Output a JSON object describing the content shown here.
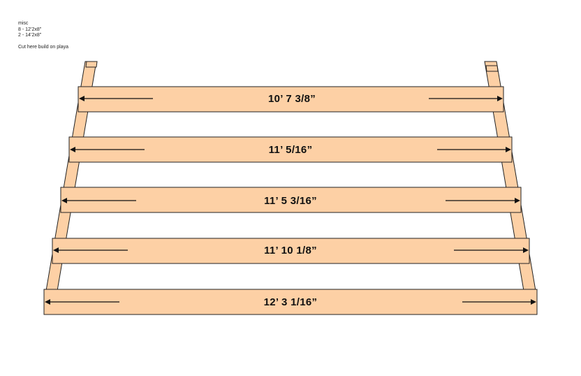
{
  "notes": {
    "title": "misc",
    "items": [
      "8 - 12’2x8”",
      "2 - 14’2x8”"
    ],
    "instruction": "Cut here build on playa"
  },
  "colors": {
    "wood": "#fdd0a5",
    "outline": "#222222",
    "arrow": "#111111"
  },
  "boards": [
    {
      "label": "10’ 7 3/8”"
    },
    {
      "label": "11’ 5/16”"
    },
    {
      "label": "11’ 5 3/16”"
    },
    {
      "label": "11’ 10 1/8”"
    },
    {
      "label": "12’ 3 1/16”"
    }
  ]
}
